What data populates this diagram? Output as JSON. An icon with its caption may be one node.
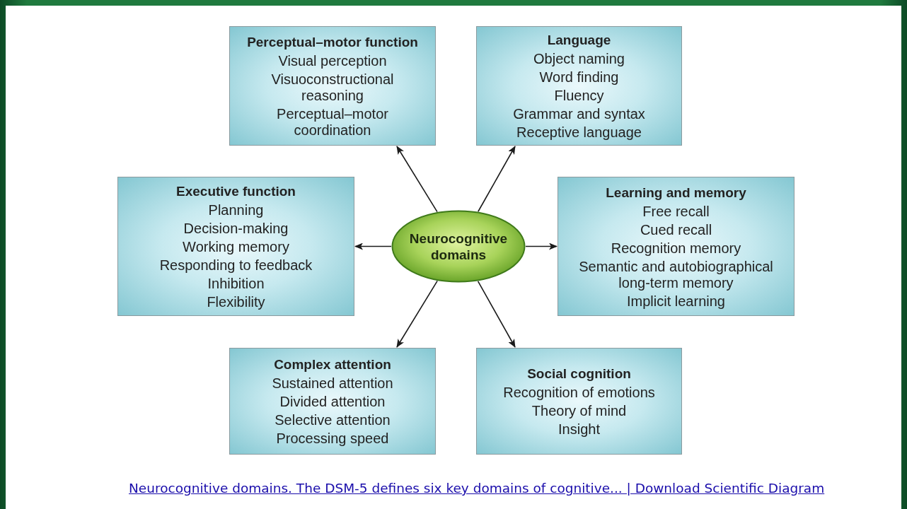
{
  "diagram": {
    "caption": "Neurocognitive domains. The DSM-5 defines six key domains of cognitive... | Download Scientific Diagram",
    "nodes": [
      {
        "text": [
          "Perceptual–motor function",
          "Visual perception",
          "Visuoconstructional reasoning",
          "Perceptual–motor coordination"
        ]
      },
      {
        "text": [
          "Language",
          "Object naming",
          "Word finding",
          "Fluency",
          "Grammar and syntax",
          "Receptive language"
        ]
      },
      {
        "text": [
          "Executive function",
          "Planning",
          "Decision-making",
          "Working memory",
          "Responding to feedback",
          "Inhibition",
          "Flexibility"
        ]
      },
      {
        "text": [
          "Neurocognitive domains"
        ]
      },
      {
        "text": [
          "Learning and memory",
          "Free recall",
          "Cued recall",
          "Recognition memory",
          "Semantic and autobiographical long-term memory",
          "Implicit learning"
        ]
      },
      {
        "text": [
          "Complex attention",
          "Sustained attention",
          "Divided attention",
          "Selective attention",
          "Processing speed"
        ]
      },
      {
        "text": [
          "Social cognition",
          "Recognition of emotions",
          "Theory of mind",
          "Insight"
        ]
      }
    ],
    "edges": [
      {
        "from": 3,
        "to": 0,
        "arrow": "to"
      },
      {
        "from": 3,
        "to": 1,
        "arrow": "to"
      },
      {
        "from": 3,
        "to": 2,
        "arrow": "to"
      },
      {
        "from": 3,
        "to": 4,
        "arrow": "to"
      },
      {
        "from": 3,
        "to": 5,
        "arrow": "to"
      },
      {
        "from": 3,
        "to": 6,
        "arrow": "to"
      }
    ]
  }
}
